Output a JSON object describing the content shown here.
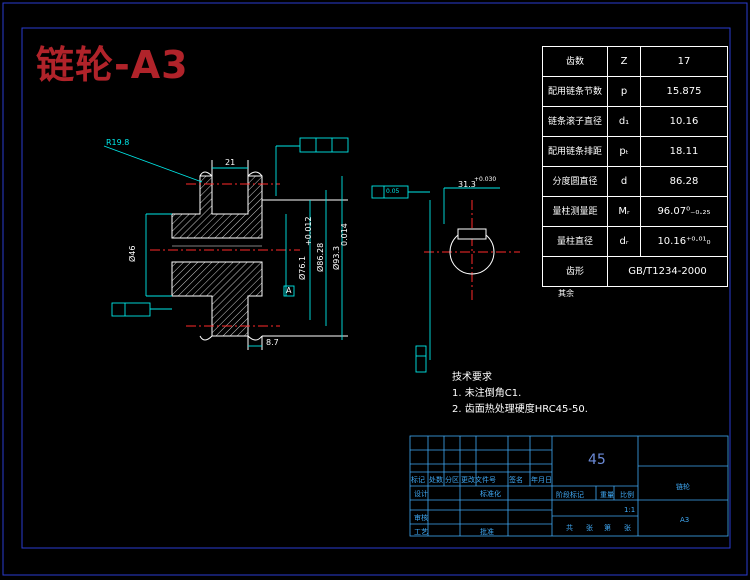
{
  "title": "链轮-A3",
  "params": [
    {
      "name": "齿数",
      "symbol": "Z",
      "value": "17"
    },
    {
      "name": "配用链条节数",
      "symbol": "p",
      "value": "15.875"
    },
    {
      "name": "链条滚子直径",
      "symbol": "d₁",
      "value": "10.16"
    },
    {
      "name": "配用链条排距",
      "symbol": "pₜ",
      "value": "18.11"
    },
    {
      "name": "分度圆直径",
      "symbol": "d",
      "value": "86.28"
    },
    {
      "name": "量柱测量距",
      "symbol": "Mᵣ",
      "value": "96.07⁰₋₀.₂₅"
    },
    {
      "name": "量柱直径",
      "symbol": "dᵣ",
      "value": "10.16⁺⁰·⁰¹₀"
    },
    {
      "name": "齿形",
      "value": "GB/T1234-2000"
    }
  ],
  "tech": {
    "heading": "技术要求",
    "items": [
      "1. 未注倒角C1.",
      "2. 齿面热处理硬度HRC45-50."
    ]
  },
  "dims": {
    "radius": "R19.8",
    "width": "21",
    "hub_dia": "Ø46",
    "bore_dia": "Ø76.1",
    "pitch_dia": "Ø86.28",
    "outer_dia": "Ø93.3",
    "hub_len": "8.7",
    "keyway_depth": "31.3",
    "tol_bore": "+0.012",
    "tol_outer": "0.014",
    "tol_key": "+0.030",
    "datum": "A",
    "ref_value": "0.05"
  },
  "rest_label": "其余",
  "titleblock": {
    "material": "45",
    "part_name": "链轮",
    "row_labels": [
      "标记",
      "处数",
      "分区",
      "更改文件号",
      "签名",
      "年月日"
    ],
    "labels": [
      "设计",
      "标准化",
      "审核",
      "工艺",
      "批准",
      "阶段标记",
      "重量",
      "比例",
      "共",
      "张",
      "第",
      "张"
    ],
    "scale": "1:1",
    "part_code": "A3"
  },
  "colors": {
    "frame": "#2a3bd1",
    "title": "#b0232a",
    "drawing": "#ffffff",
    "dimension": "#00e8e8",
    "centerline": "#ff2a2a",
    "accent": "#3fa9f5"
  }
}
